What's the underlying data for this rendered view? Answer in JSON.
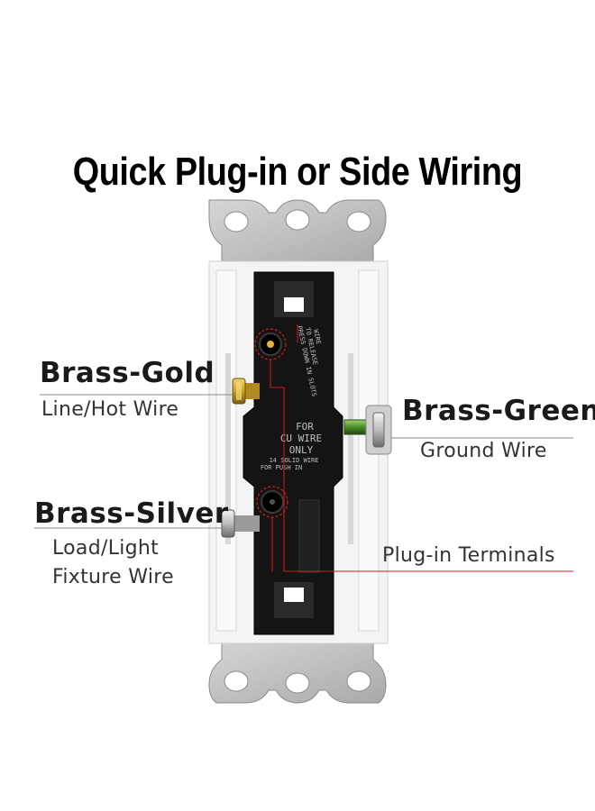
{
  "title": "Quick Plug-in or Side Wiring",
  "callouts": {
    "brass_gold": {
      "name": "Brass-Gold",
      "desc": "Line/Hot Wire"
    },
    "brass_green": {
      "name": "Brass-Green",
      "desc": "Ground Wire"
    },
    "brass_silver": {
      "name": "Brass-Silver",
      "desc_line1": "Load/Light",
      "desc_line2": "Fixture Wire"
    },
    "plug_in": {
      "name": "Plug-in Terminals"
    }
  },
  "body_text": {
    "line1": "FOR",
    "line2": "CU WIRE",
    "line3": "ONLY",
    "line4": "14 SOLID WIRE",
    "line5": "FOR PUSH IN",
    "release_1": "PRESS DOWN IN SLOTS",
    "release_2": "TO RELEASE",
    "release_3": "WIRE"
  },
  "colors": {
    "plate": "#bdbdbd",
    "body": "#111111",
    "gold_screw": "#c9a227",
    "green_screw": "#4a8c2a",
    "silver_screw": "#c8c8c8",
    "leader_red": "#d31a1a",
    "leader_gray": "#888888"
  }
}
